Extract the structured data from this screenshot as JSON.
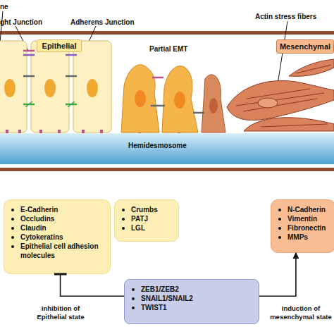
{
  "diagram": {
    "nodes": [
      {
        "text": [
          "Epithelial"
        ]
      },
      {
        "text": [
          "Mesenchymal"
        ]
      },
      {
        "text": [
          "E-Cadherin",
          "Occludins",
          "Claudin",
          "Cytokeratins",
          "Epithelial cell adhesion molecules"
        ]
      },
      {
        "text": [
          "Crumbs",
          "PATJ",
          "LGL"
        ]
      },
      {
        "text": [
          "N-Cadherin",
          "Vimentin",
          "Fibronectin",
          "MMPs"
        ]
      },
      {
        "text": [
          "ZEB1/ZEB2",
          "SNAIL1/SNAIL2",
          "TWIST1"
        ]
      }
    ],
    "edges": [
      {
        "from": 5,
        "to": 2,
        "arrow": "to",
        "label": "Inhibition of Epithelial state"
      },
      {
        "from": 5,
        "to": 4,
        "arrow": "to",
        "label": "Induction of mesenchymal state"
      }
    ],
    "labels": [
      "ne",
      "ght Junction",
      "Adherens Junction",
      "Actin stress fibers",
      "Partial EMT",
      "Hemidesmosome"
    ]
  }
}
